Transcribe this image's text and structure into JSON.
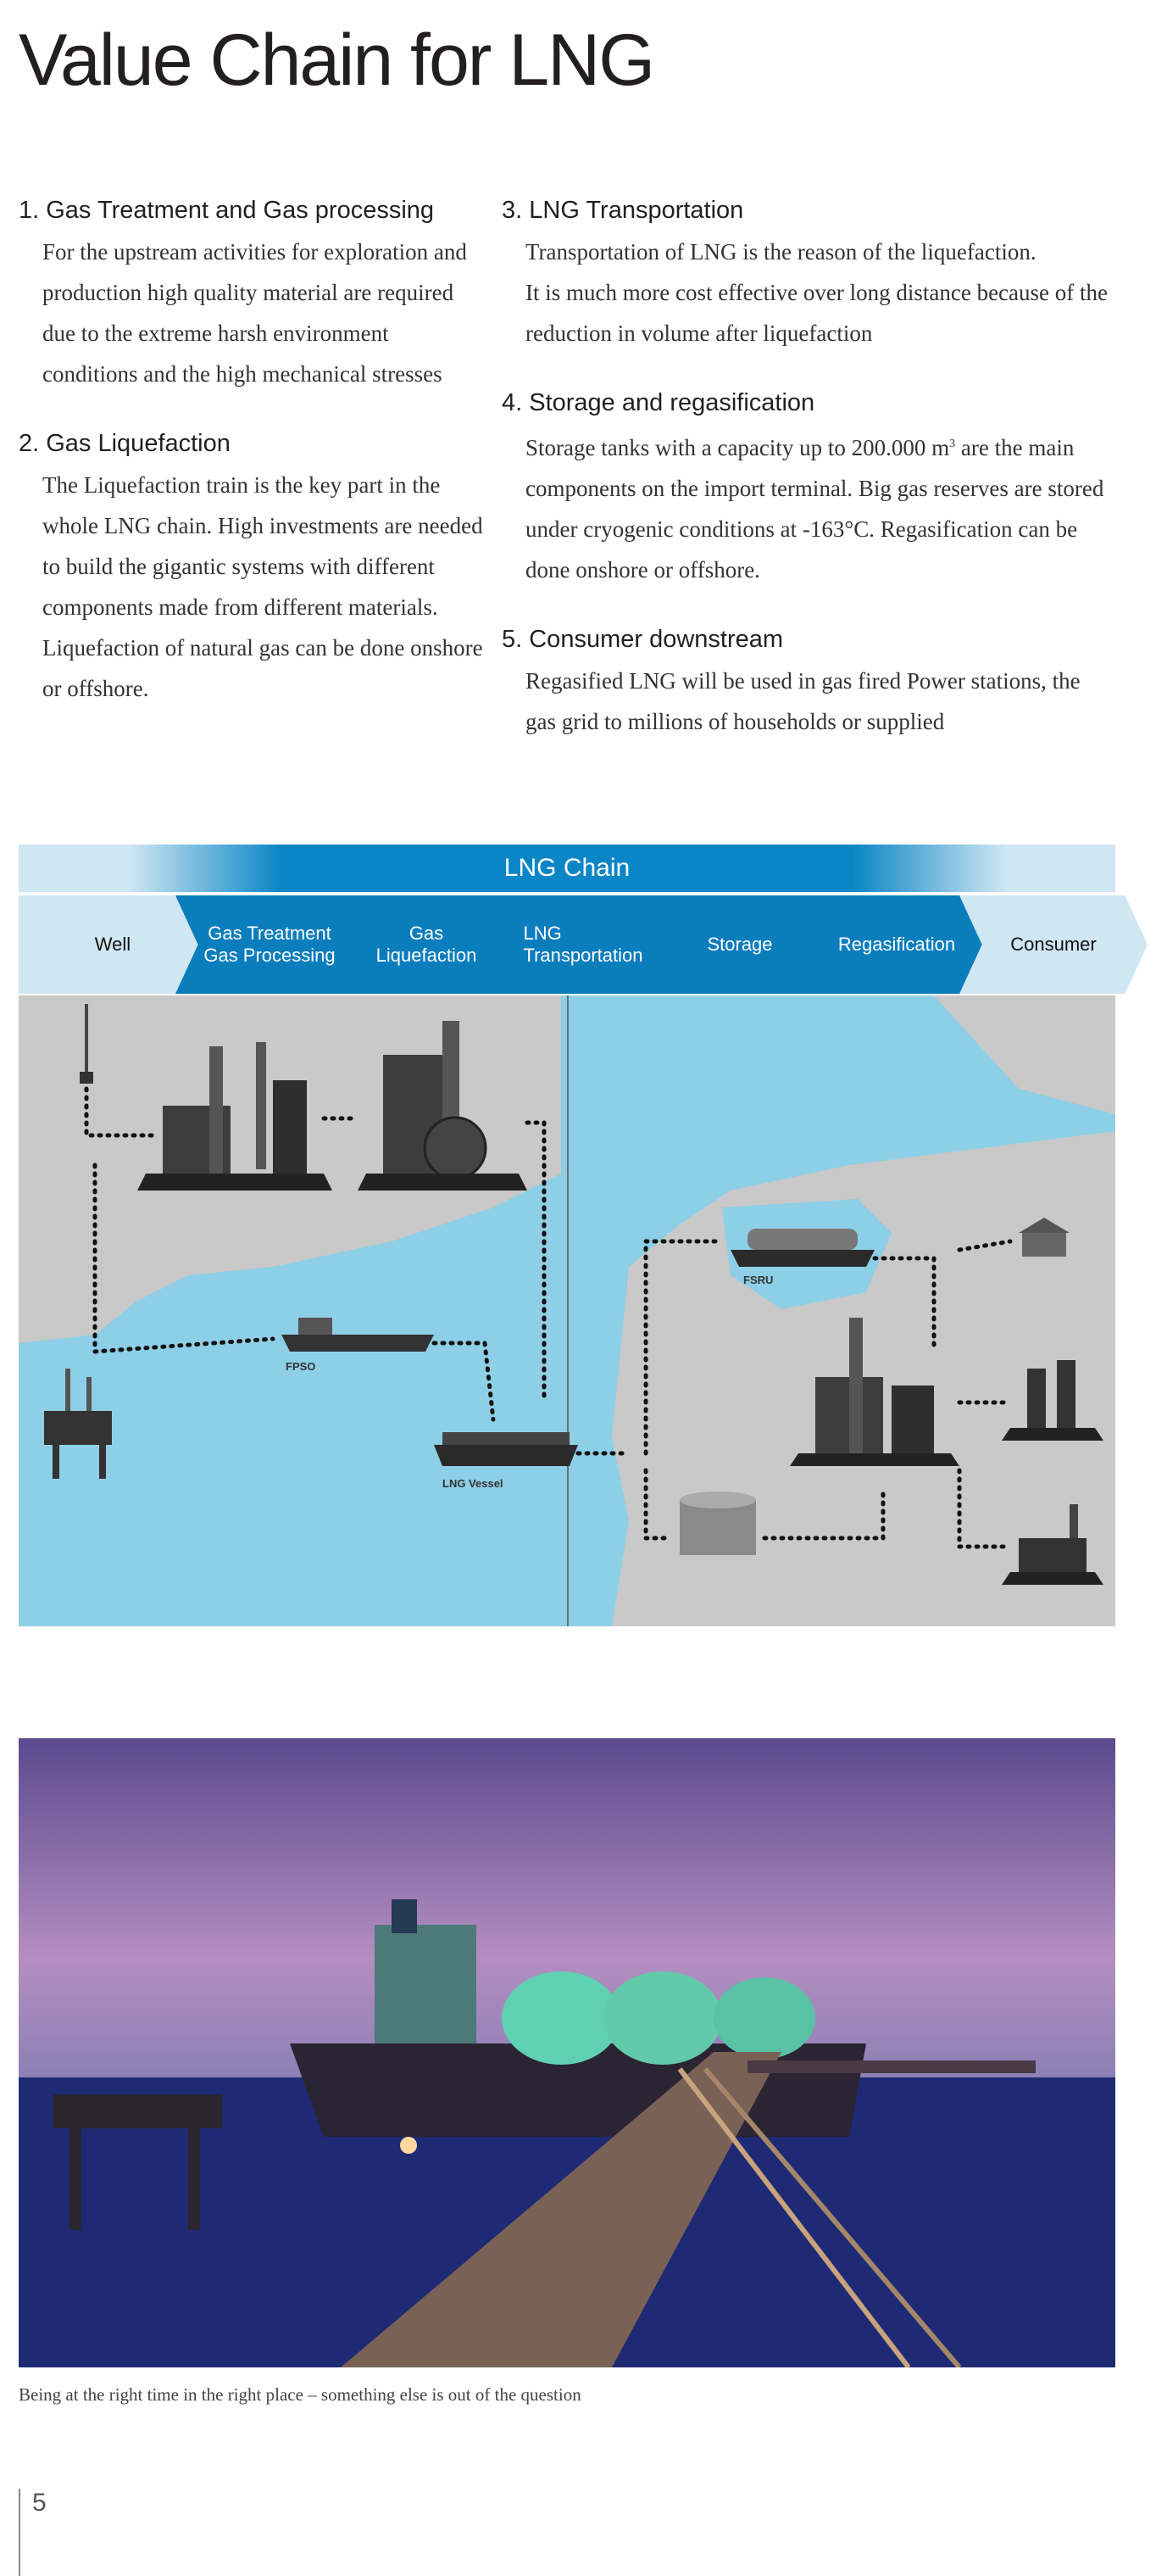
{
  "title": "Value Chain for LNG",
  "sections": [
    {
      "heading": "1. Gas Treatment and Gas processing",
      "body": "For the upstream activities for exploration and production high quality material are required due to the extreme harsh environment conditions and the high mechanical stresses"
    },
    {
      "heading": "2. Gas Liquefaction",
      "body": "The Liquefaction train is the key part in the whole LNG chain. High investments are needed to build the gigantic systems with different components made from different materials. Liquefaction of natural gas can be done onshore or offshore."
    },
    {
      "heading": "3. LNG Transportation",
      "body1": "Transportation of LNG is the reason of the liquefaction.",
      "body2": "It is much more cost effective over long distance because of the reduction in volume after liquefaction"
    },
    {
      "heading": "4. Storage and regasification",
      "body_pre": "Storage tanks with a capacity up to 200.000 m",
      "body_sup": "3",
      "body_post": " are the main components on the import terminal. Big gas reserves are stored under cryogenic conditions at -163°C. Regasification can be done onshore or offshore."
    },
    {
      "heading": "5. Consumer downstream",
      "body": "Regasified LNG will be used in gas fired Power stations, the gas grid to millions of households or supplied"
    }
  ],
  "chain": {
    "title": "LNG Chain",
    "steps": [
      {
        "line1": "Well",
        "line2": ""
      },
      {
        "line1": "Gas Treatment",
        "line2": "Gas Processing"
      },
      {
        "line1": "Gas Liquefaction",
        "line2": ""
      },
      {
        "line1": "LNG",
        "line2": "Transportation"
      },
      {
        "line1": "Storage",
        "line2": ""
      },
      {
        "line1": "Regasification",
        "line2": ""
      },
      {
        "line1": "Consumer",
        "line2": ""
      }
    ]
  },
  "diagram_labels": {
    "fpso": "FPSO",
    "fsru": "FSRU",
    "vessel": "LNG Vessel"
  },
  "colors": {
    "sea": "#8dcfe6",
    "land": "#c9c9c9",
    "chain_blue": "#0a7dbd",
    "chain_light": "#cfe6f3"
  },
  "caption": "Being at the right time in the right place – something else is out of the question",
  "page_number": "5"
}
